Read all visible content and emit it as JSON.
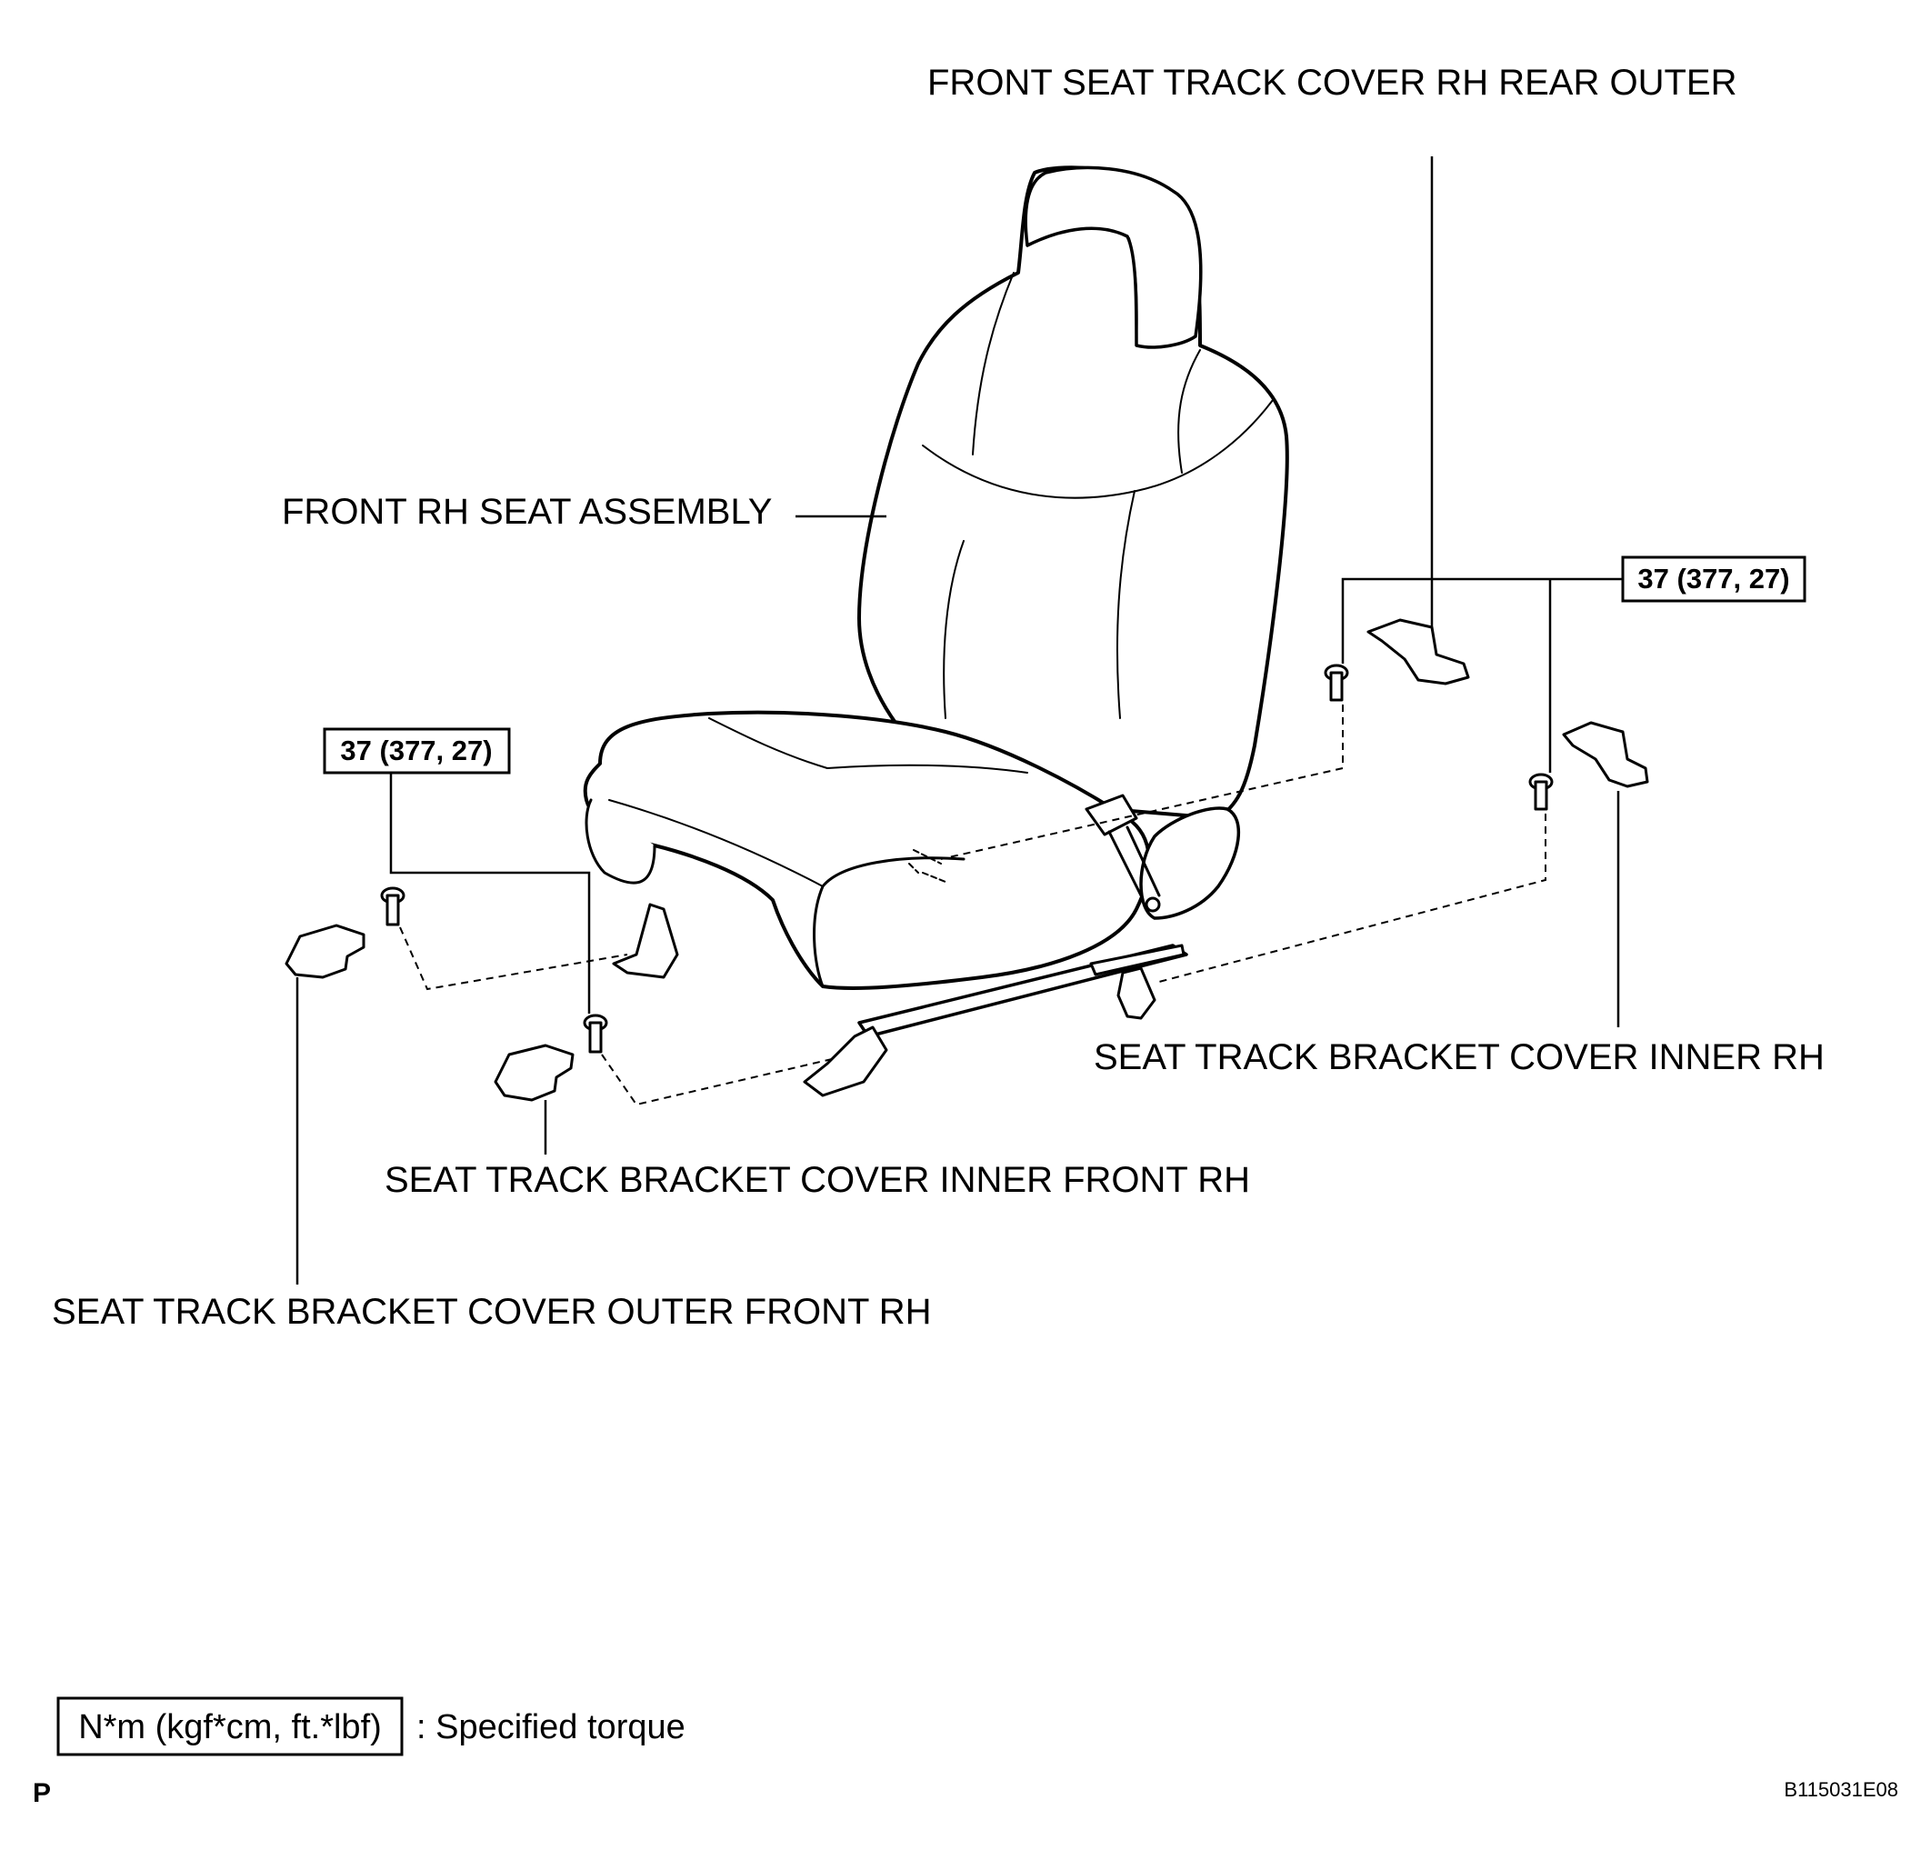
{
  "labels": {
    "rear_outer": "FRONT SEAT TRACK COVER RH REAR OUTER",
    "seat_assembly": "FRONT RH SEAT ASSEMBLY",
    "inner_rh": "SEAT TRACK BRACKET COVER INNER RH",
    "inner_front_rh": "SEAT TRACK BRACKET COVER INNER FRONT RH",
    "outer_front_rh": "SEAT TRACK BRACKET COVER OUTER FRONT RH"
  },
  "torque": {
    "right": "37 (377, 27)",
    "left": "37 (377, 27)"
  },
  "legend": {
    "unit_box": "N*m (kgf*cm, ft.*lbf)",
    "description": ": Specified torque"
  },
  "footer": {
    "page_mark": "P",
    "figure_id": "B115031E08"
  }
}
